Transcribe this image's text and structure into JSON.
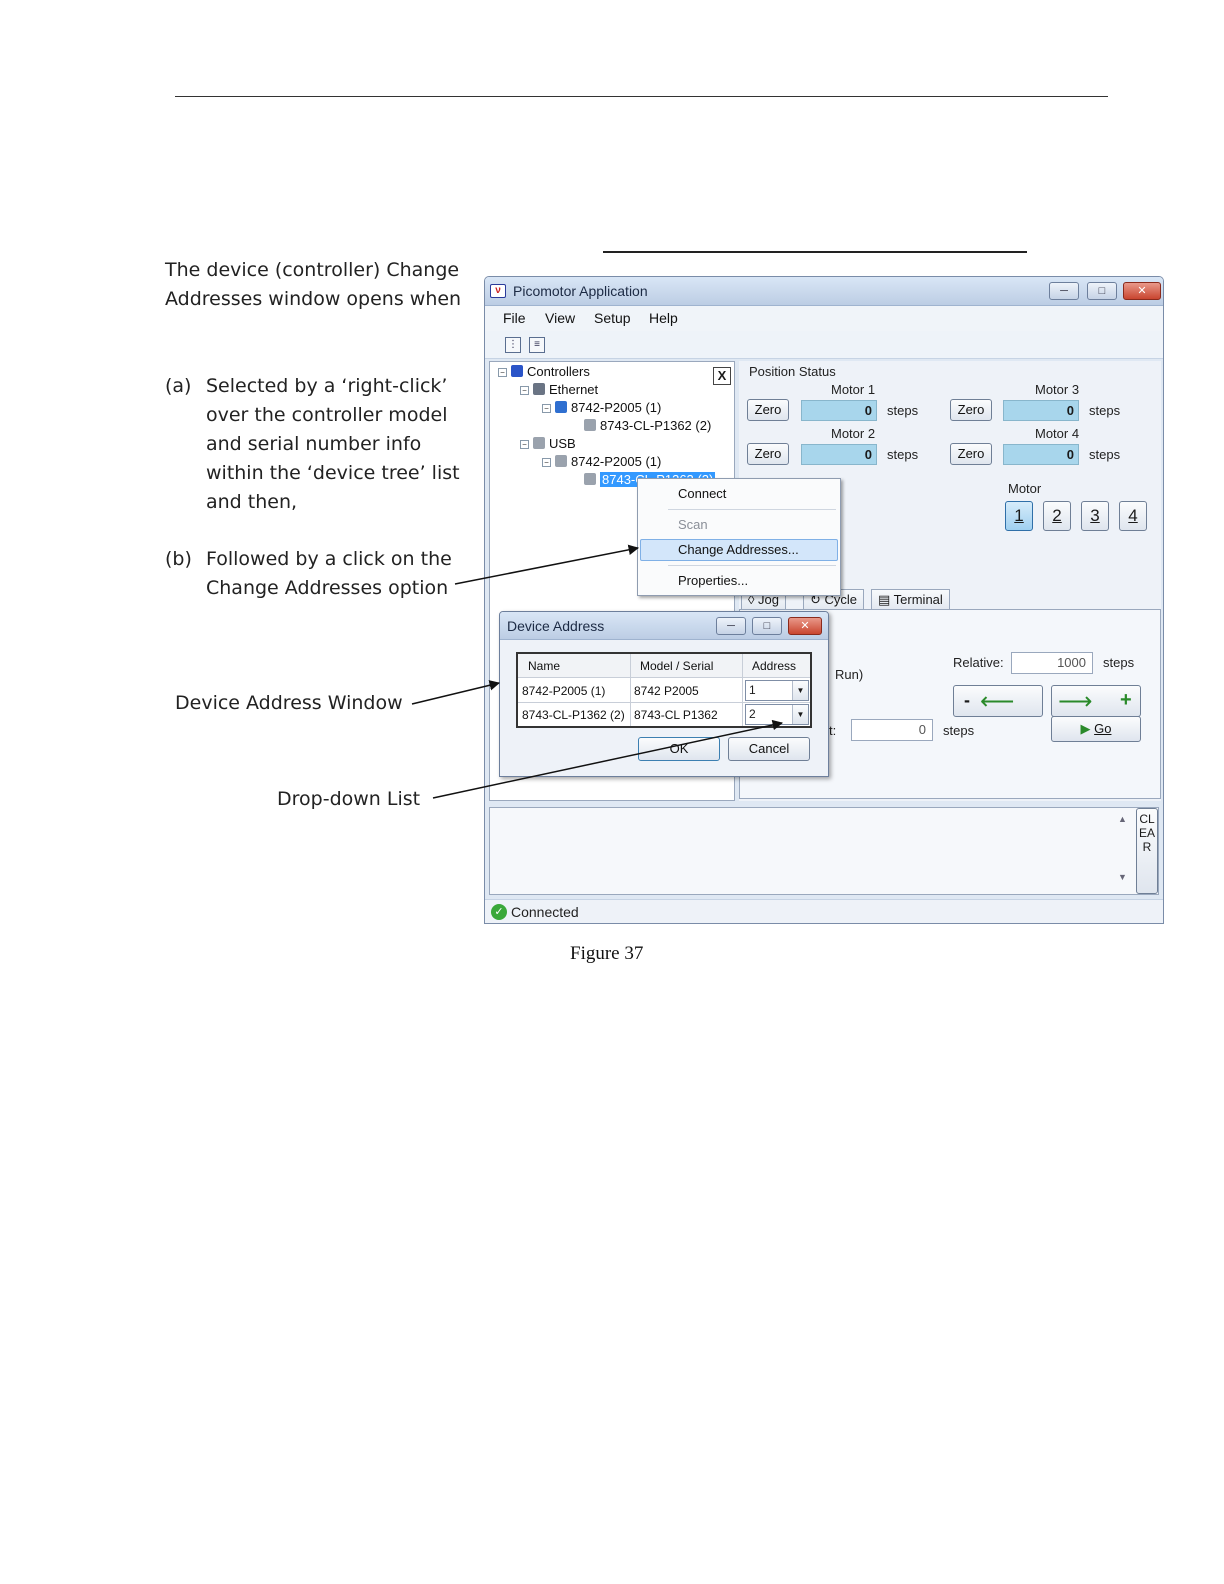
{
  "annotations": {
    "intro": "The device (controller) Change Addresses window opens when",
    "items": [
      {
        "label": "(a)",
        "text": "Selected by a ‘right-click’ over the controller model and serial number info within the ‘device tree’ list and then,"
      },
      {
        "label": "(b)",
        "text": "Followed by a click on the Change Addresses option"
      }
    ],
    "device_address_window": "Device Address Window",
    "drop_down_list": "Drop-down  List"
  },
  "caption": "Figure 37",
  "app": {
    "title": "Picomotor Application",
    "title_icon": "ν",
    "menu": [
      "File",
      "View",
      "Setup",
      "Help"
    ],
    "tree": {
      "root": "Controllers",
      "ethernet": "Ethernet",
      "eth_controller": "8742-P2005 (1)",
      "eth_child": "8743-CL-P1362 (2)",
      "usb": "USB",
      "usb_controller": "8742-P2005 (1)",
      "usb_child_selected": "8743-CL-P1362 (2)"
    },
    "close_tree": "X",
    "position_status": {
      "label": "Position Status",
      "zero_label": "Zero",
      "units": "steps",
      "motors": [
        {
          "name": "Motor 1",
          "value": "0"
        },
        {
          "name": "Motor 2",
          "value": "0"
        },
        {
          "name": "Motor 3",
          "value": "0"
        },
        {
          "name": "Motor 4",
          "value": "0"
        }
      ]
    },
    "motor_select": {
      "label": "Motor",
      "buttons": [
        "1",
        "2",
        "3",
        "4"
      ],
      "selected": "1"
    },
    "tabs": [
      "Jog",
      "Cycle",
      "Terminal"
    ],
    "jog": {
      "run_fragment": "Run)",
      "relative_label": "Relative:",
      "relative_value": "1000",
      "units": "steps",
      "minus": "-",
      "plus": "+",
      "target_fragment": "t:",
      "target_value": "0",
      "go_label": "Go"
    },
    "clear_label": "CLEAR",
    "status": "Connected"
  },
  "context_menu": {
    "items": [
      "Connect",
      "Scan",
      "Change Addresses...",
      "Properties..."
    ],
    "highlighted": "Change Addresses..."
  },
  "dialog": {
    "title": "Device Address",
    "columns": [
      "Name",
      "Model / Serial",
      "Address"
    ],
    "rows": [
      {
        "name": "8742-P2005 (1)",
        "model": "8742 P2005",
        "address": "1"
      },
      {
        "name": "8743-CL-P1362 (2)",
        "model": "8743-CL P1362",
        "address": "2"
      }
    ],
    "ok_label": "OK",
    "cancel_label": "Cancel"
  }
}
